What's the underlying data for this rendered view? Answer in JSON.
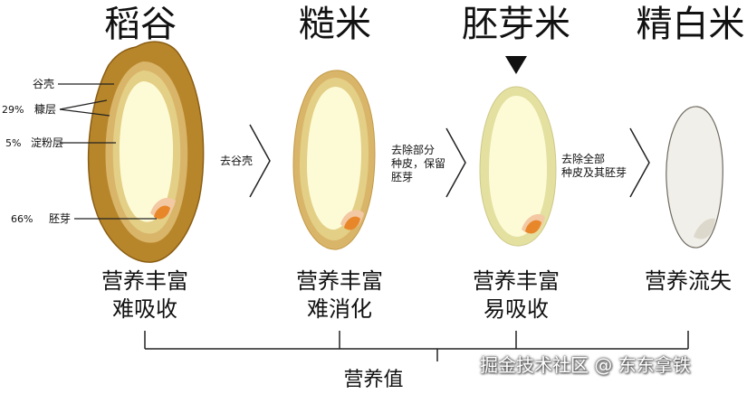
{
  "stages": [
    {
      "title": "稻谷",
      "desc": "营养丰富\n难吸收"
    },
    {
      "title": "糙米",
      "desc": "营养丰富\n难消化"
    },
    {
      "title": "胚芽米",
      "desc": "营养丰富\n易吸收"
    },
    {
      "title": "精白米",
      "desc": "营养流失"
    }
  ],
  "layers": {
    "husk": "谷壳",
    "bran": "糠层",
    "endosperm": "淀粉层",
    "germ": "胚芽"
  },
  "percents": {
    "bran": "29%",
    "endosperm": "5%",
    "germ": "66%"
  },
  "steps": [
    {
      "text": "去谷壳"
    },
    {
      "text": "去除部分\n种皮，保留\n胚芽"
    },
    {
      "text": "去除全部\n种皮及其胚芽"
    }
  ],
  "bottom_label": "营养值",
  "watermark": "掘金技术社区 @ 东东拿铁",
  "colors": {
    "husk": "#b8862a",
    "husk_dark": "#8a5e14",
    "bran_outer": "#d9b56a",
    "bran_inner": "#e3cf85",
    "endosperm": "#fdfbd6",
    "germ": "#e8872a",
    "germ_halo": "#f3c9a4",
    "white_rice": "#f1efe9",
    "marker": "#111111"
  }
}
